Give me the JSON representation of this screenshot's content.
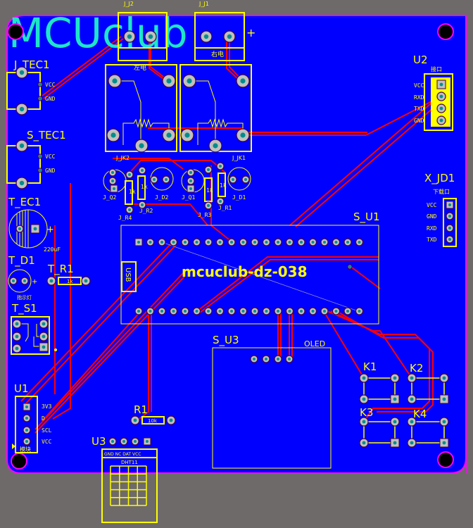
{
  "board": {
    "logo": "MCUclub",
    "colors": {
      "board": "#0000ff",
      "background": "#6e6a6a",
      "silkscreen": "#ffff00",
      "trace": "#ff0000",
      "outline": "#ff00ff",
      "logo": "#1ee6c8"
    }
  },
  "components": {
    "j_j2": {
      "ref": "J_J2",
      "note": "左电"
    },
    "j_j1": {
      "ref": "J_J1",
      "note": "右电",
      "plus": "+"
    },
    "j_jk2": {
      "ref": "J_JK2"
    },
    "j_jk1": {
      "ref": "J_JK1"
    },
    "j_tec1": {
      "ref": "J_TEC1",
      "pins": [
        "VCC",
        "GND"
      ]
    },
    "s_tec1": {
      "ref": "S_TEC1",
      "pins": [
        "VCC",
        "GND"
      ]
    },
    "t_ec1": {
      "ref": "T_EC1",
      "value": "220uF",
      "plus": "+"
    },
    "t_d1": {
      "ref": "T_D1",
      "note": "指示灯",
      "plus": "+"
    },
    "t_r1": {
      "ref": "T_R1",
      "value": "1k"
    },
    "t_s1": {
      "ref": "T_S1"
    },
    "u1": {
      "ref": "U1",
      "pins": [
        "3V3",
        "D",
        "SCL",
        "VCC"
      ],
      "note": "模块"
    },
    "j_q2": {
      "ref": "J_Q2"
    },
    "j_d2": {
      "ref": "J_D2"
    },
    "j_r2": {
      "ref": "J_R2",
      "value": "1k"
    },
    "j_r4": {
      "ref": "J_R4",
      "value": "1k"
    },
    "j_q1": {
      "ref": "J_Q1"
    },
    "j_d1": {
      "ref": "J_D1"
    },
    "j_r3": {
      "ref": "J_R3",
      "value": "1k"
    },
    "j_r1": {
      "ref": "J_R1",
      "value": "1k"
    },
    "s_u1": {
      "ref": "S_U1",
      "name": "mcuclub-dz-038",
      "usb": "USB"
    },
    "u2": {
      "ref": "U2",
      "note": "接口",
      "pins": [
        "VCC",
        "RXD",
        "TXD",
        "GND"
      ]
    },
    "x_jd1": {
      "ref": "X_JD1",
      "note": "下载口",
      "pins": [
        "VCC",
        "GND",
        "RXD",
        "TXD"
      ]
    },
    "s_u3": {
      "ref": "S_U3",
      "type": "OLED"
    },
    "k1": {
      "ref": "K1"
    },
    "k2": {
      "ref": "K2"
    },
    "k3": {
      "ref": "K3"
    },
    "k4": {
      "ref": "K4"
    },
    "r1": {
      "ref": "R1",
      "value": "10k"
    },
    "u3": {
      "ref": "U3",
      "type": "DHT11",
      "pins": "GND NC DAT VCC"
    }
  }
}
